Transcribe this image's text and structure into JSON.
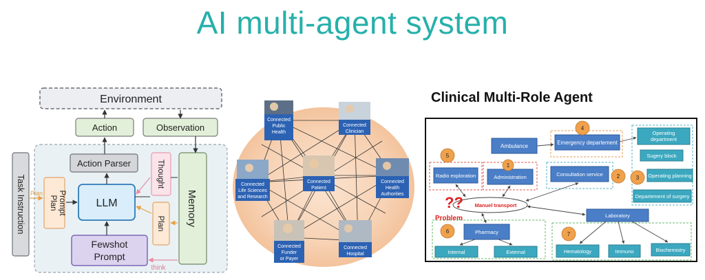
{
  "title": "AI multi-agent system",
  "left_diagram": {
    "environment": "Environment",
    "action": "Action",
    "observation": "Observation",
    "action_parser": "Action Parser",
    "thought": "Thought",
    "memory": "Memory",
    "task_instruction": "Task Instruction",
    "plan_prompt_1": "Plan",
    "plan_prompt_2": "Prompt",
    "llm": "LLM",
    "plan": "Plan",
    "fewshot_1": "Fewshot",
    "fewshot_2": "Prompt",
    "plan_arrow_label": "Plan",
    "think_label": "think"
  },
  "middle_diagram": {
    "nodes": {
      "public_health": [
        "Connected",
        "Public",
        "Health"
      ],
      "clinician": [
        "Connected",
        "Clinician"
      ],
      "life_sciences": [
        "Connected",
        "Life Sciences",
        "and Research"
      ],
      "patient": [
        "Connected",
        "Patient"
      ],
      "health_authorities": [
        "Connected",
        "Health",
        "Authorities"
      ],
      "funder": [
        "Connected",
        "Funder",
        "or Payer"
      ],
      "hospital": [
        "Connected",
        "Hospital"
      ]
    }
  },
  "right_diagram": {
    "heading": "Clinical Multi-Role Agent",
    "ambulance": "Ambulance",
    "emergency": "Emergency departement",
    "operating_department_1": "Operating",
    "operating_department_2": "department",
    "surgery_block": "Sugery block",
    "operating_planning": "Operating planning",
    "department_surgery": "Departement of surgery",
    "radio": "Radio exploration",
    "administration": "Administration",
    "consultation": "Consultation service",
    "manual_transport": "Manuel transport",
    "problem": "Problem",
    "question_marks": "??",
    "laboratory": "Laboratory",
    "pharmacy": "Pharmacy",
    "internal": "Internal",
    "external": "External",
    "hematology": "Hematology",
    "immuno": "Immuno",
    "biochemistry": "Biochemistry",
    "badges": [
      "1",
      "2",
      "3",
      "4",
      "5",
      "6",
      "7"
    ]
  },
  "colors": {
    "title": "#26b0aa",
    "blue_box": "#4a7ec7",
    "teal_box": "#3ba8c0",
    "orange_badge": "#f0a14b",
    "red_text": "#e02020"
  }
}
